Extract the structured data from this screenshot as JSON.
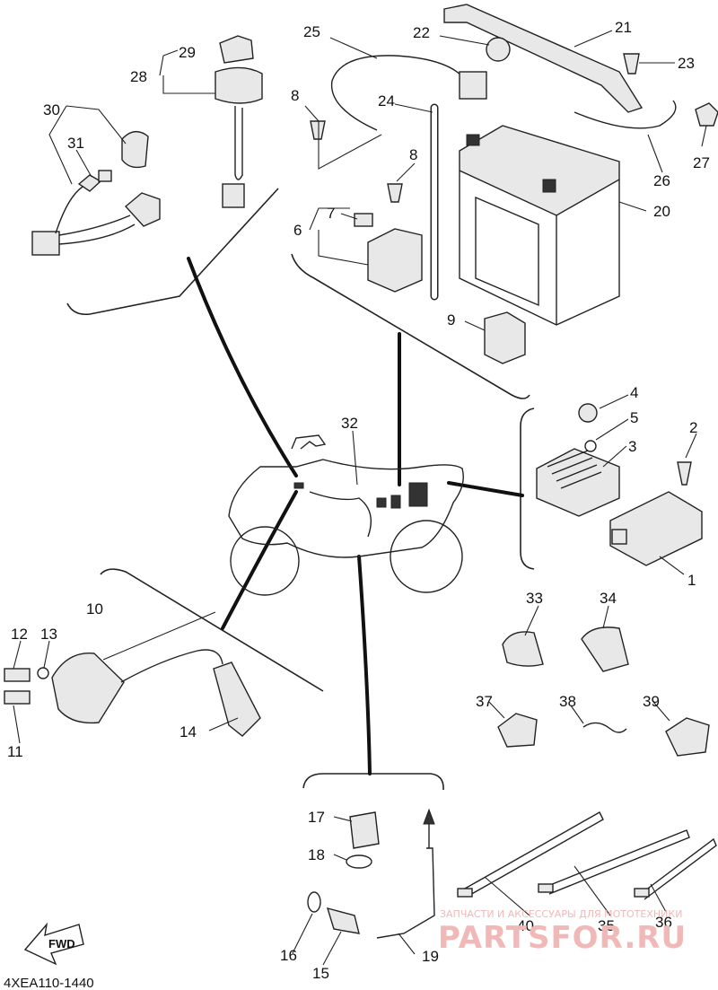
{
  "part_numbers": {
    "p1": "1",
    "p2": "2",
    "p3": "3",
    "p4": "4",
    "p5": "5",
    "p6": "6",
    "p7": "7",
    "p8a": "8",
    "p8b": "8",
    "p9": "9",
    "p10": "10",
    "p11": "11",
    "p12": "12",
    "p13": "13",
    "p14": "14",
    "p15": "15",
    "p16": "16",
    "p17": "17",
    "p18": "18",
    "p19": "19",
    "p20": "20",
    "p21": "21",
    "p22": "22",
    "p23": "23",
    "p24": "24",
    "p25": "25",
    "p26": "26",
    "p27": "27",
    "p28": "28",
    "p29": "29",
    "p30": "30",
    "p31": "31",
    "p32": "32",
    "p33": "33",
    "p34": "34",
    "p35": "35",
    "p36": "36",
    "p37": "37",
    "p38": "38",
    "p39": "39",
    "p40": "40"
  },
  "direction_label": "FWD",
  "diagram_code": "4XEA110-1440",
  "watermark": {
    "line1": "ЗАПЧАСТИ И АКСЕССУАРЫ ДЛЯ МОТОТЕХНИКИ",
    "line2": "PARTSFOR.RU"
  }
}
